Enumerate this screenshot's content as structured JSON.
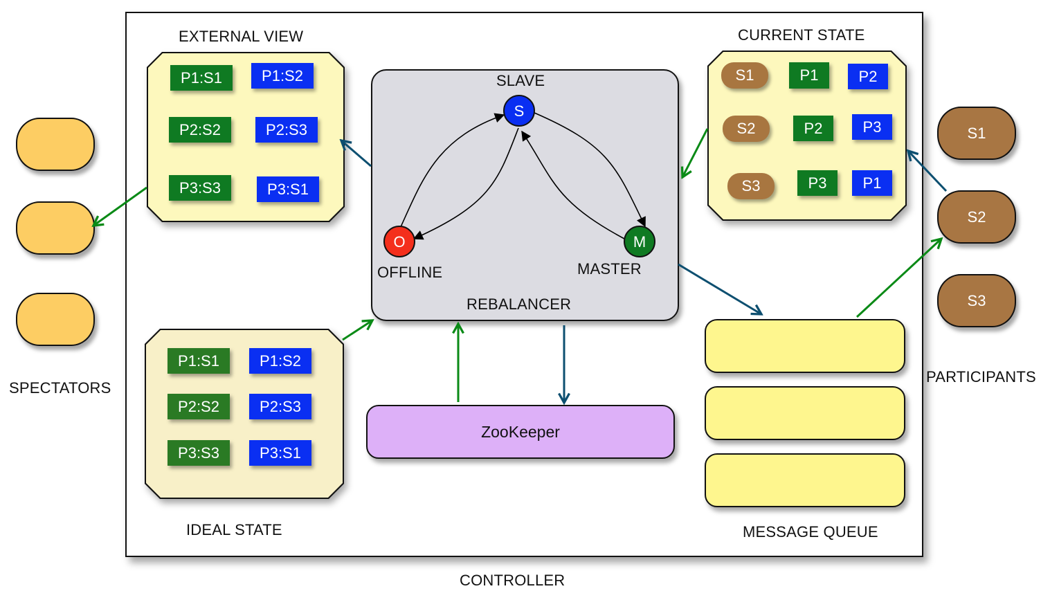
{
  "diagram": {
    "controller": {
      "label": "CONTROLLER"
    },
    "external_view": {
      "title": "EXTERNAL VIEW",
      "fill": "#fdf8bd",
      "rows": [
        [
          {
            "text": "P1:S1",
            "role": "master"
          },
          {
            "text": "P1:S2",
            "role": "slave"
          }
        ],
        [
          {
            "text": "P2:S2",
            "role": "master"
          },
          {
            "text": "P2:S3",
            "role": "slave"
          }
        ],
        [
          {
            "text": "P3:S3",
            "role": "master"
          },
          {
            "text": "P3:S1",
            "role": "slave"
          }
        ]
      ]
    },
    "ideal_state": {
      "title": "IDEAL STATE",
      "fill": "#f8f0c8",
      "rows": [
        [
          {
            "text": "P1:S1",
            "role": "master"
          },
          {
            "text": "P1:S2",
            "role": "slave"
          }
        ],
        [
          {
            "text": "P2:S2",
            "role": "master"
          },
          {
            "text": "P2:S3",
            "role": "slave"
          }
        ],
        [
          {
            "text": "P3:S3",
            "role": "master"
          },
          {
            "text": "P3:S1",
            "role": "slave"
          }
        ]
      ]
    },
    "current_state": {
      "title": "CURRENT STATE",
      "fill": "#fdf8bd",
      "rows": [
        {
          "server": "S1",
          "master": "P1",
          "slave": "P2"
        },
        {
          "server": "S2",
          "master": "P2",
          "slave": "P3"
        },
        {
          "server": "S3",
          "master": "P3",
          "slave": "P1"
        }
      ]
    },
    "rebalancer": {
      "label": "REBALANCER",
      "states": {
        "slave": {
          "letter": "S",
          "name": "SLAVE",
          "color": "#0a2ff2"
        },
        "offline": {
          "letter": "O",
          "name": "OFFLINE",
          "color": "#f42f1c"
        },
        "master": {
          "letter": "M",
          "name": "MASTER",
          "color": "#0f7a22"
        }
      },
      "transitions": [
        {
          "from": "OFFLINE",
          "to": "SLAVE"
        },
        {
          "from": "SLAVE",
          "to": "OFFLINE"
        },
        {
          "from": "SLAVE",
          "to": "MASTER"
        },
        {
          "from": "MASTER",
          "to": "SLAVE"
        }
      ]
    },
    "zookeeper": {
      "label": "ZooKeeper"
    },
    "message_queue": {
      "label": "MESSAGE QUEUE",
      "slots": 3
    },
    "spectators": {
      "label": "SPECTATORS",
      "count": 3
    },
    "participants": {
      "label": "PARTICIPANTS",
      "nodes": [
        "S1",
        "S2",
        "S3"
      ]
    },
    "colors": {
      "master_tag": "#0f7a22",
      "slave_tag": "#0a2ff2",
      "flow_green": "#0a8a16",
      "flow_blue": "#0d4f70"
    }
  }
}
